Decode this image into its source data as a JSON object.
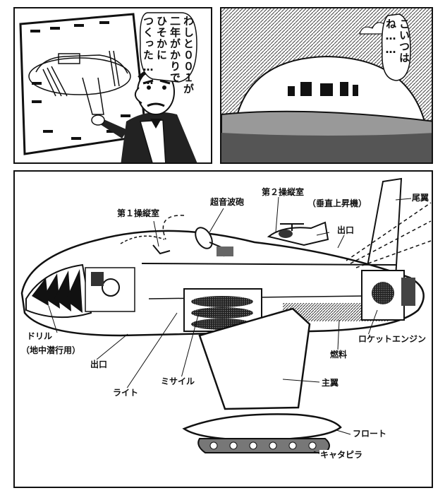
{
  "panel1": {
    "speech_lines": [
      "わしと００１が",
      "二年がかりで",
      "ひそかに",
      "つくった……"
    ]
  },
  "panel2": {
    "speech_lines": [
      "こいつは",
      "ね……"
    ]
  },
  "diagram": {
    "labels": {
      "cockpit1": "第１操縦室",
      "cockpit2": "第２操縦室",
      "sonic_gun": "超音波砲",
      "vtol": "（垂直上昇機）",
      "tail_wing": "尾翼",
      "exit_upper": "出口",
      "drill": "ドリル",
      "drill_note": "（地中潜行用）",
      "exit_lower": "出口",
      "rocket_engine": "ロケットエンジン",
      "fuel": "燃料",
      "light": "ライト",
      "missile": "ミサイル",
      "main_wing": "主翼",
      "float": "フロート",
      "caterpillar": "キャタピラ"
    }
  }
}
